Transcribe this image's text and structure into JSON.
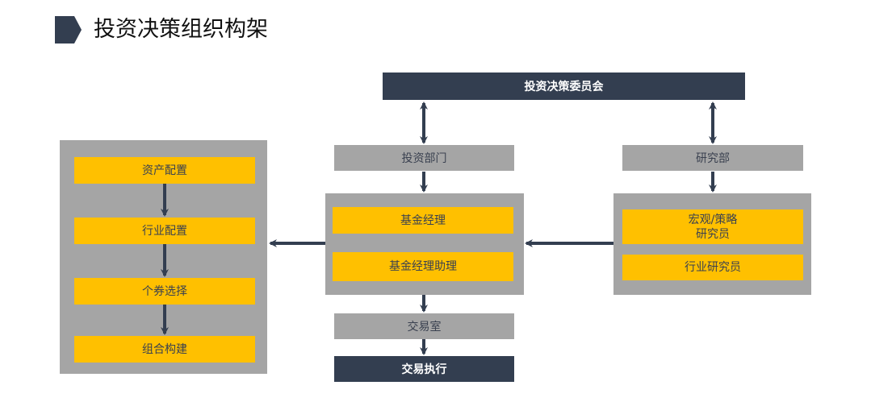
{
  "header": {
    "title": "投资决策组织构架",
    "marker_icon": "pentagon-arrow-icon"
  },
  "colors": {
    "dark": "#333e50",
    "gray": "#a5a5a5",
    "yellow": "#ffc000",
    "text": "#3a4150"
  },
  "diagram": {
    "committee": "投资决策委员会",
    "investment_dept": "投资部门",
    "research_dept": "研究部",
    "investment_group": [
      "基金经理",
      "基金经理助理"
    ],
    "research_group": [
      "宏观/策略\n研究员",
      "行业研究员"
    ],
    "research_group_lines": {
      "macro_line1": "宏观/策略",
      "macro_line2": "研究员",
      "industry": "行业研究员"
    },
    "process_steps": [
      "资产配置",
      "行业配置",
      "个券选择",
      "组合构建"
    ],
    "trading_room": "交易室",
    "trade_execution": "交易执行"
  }
}
